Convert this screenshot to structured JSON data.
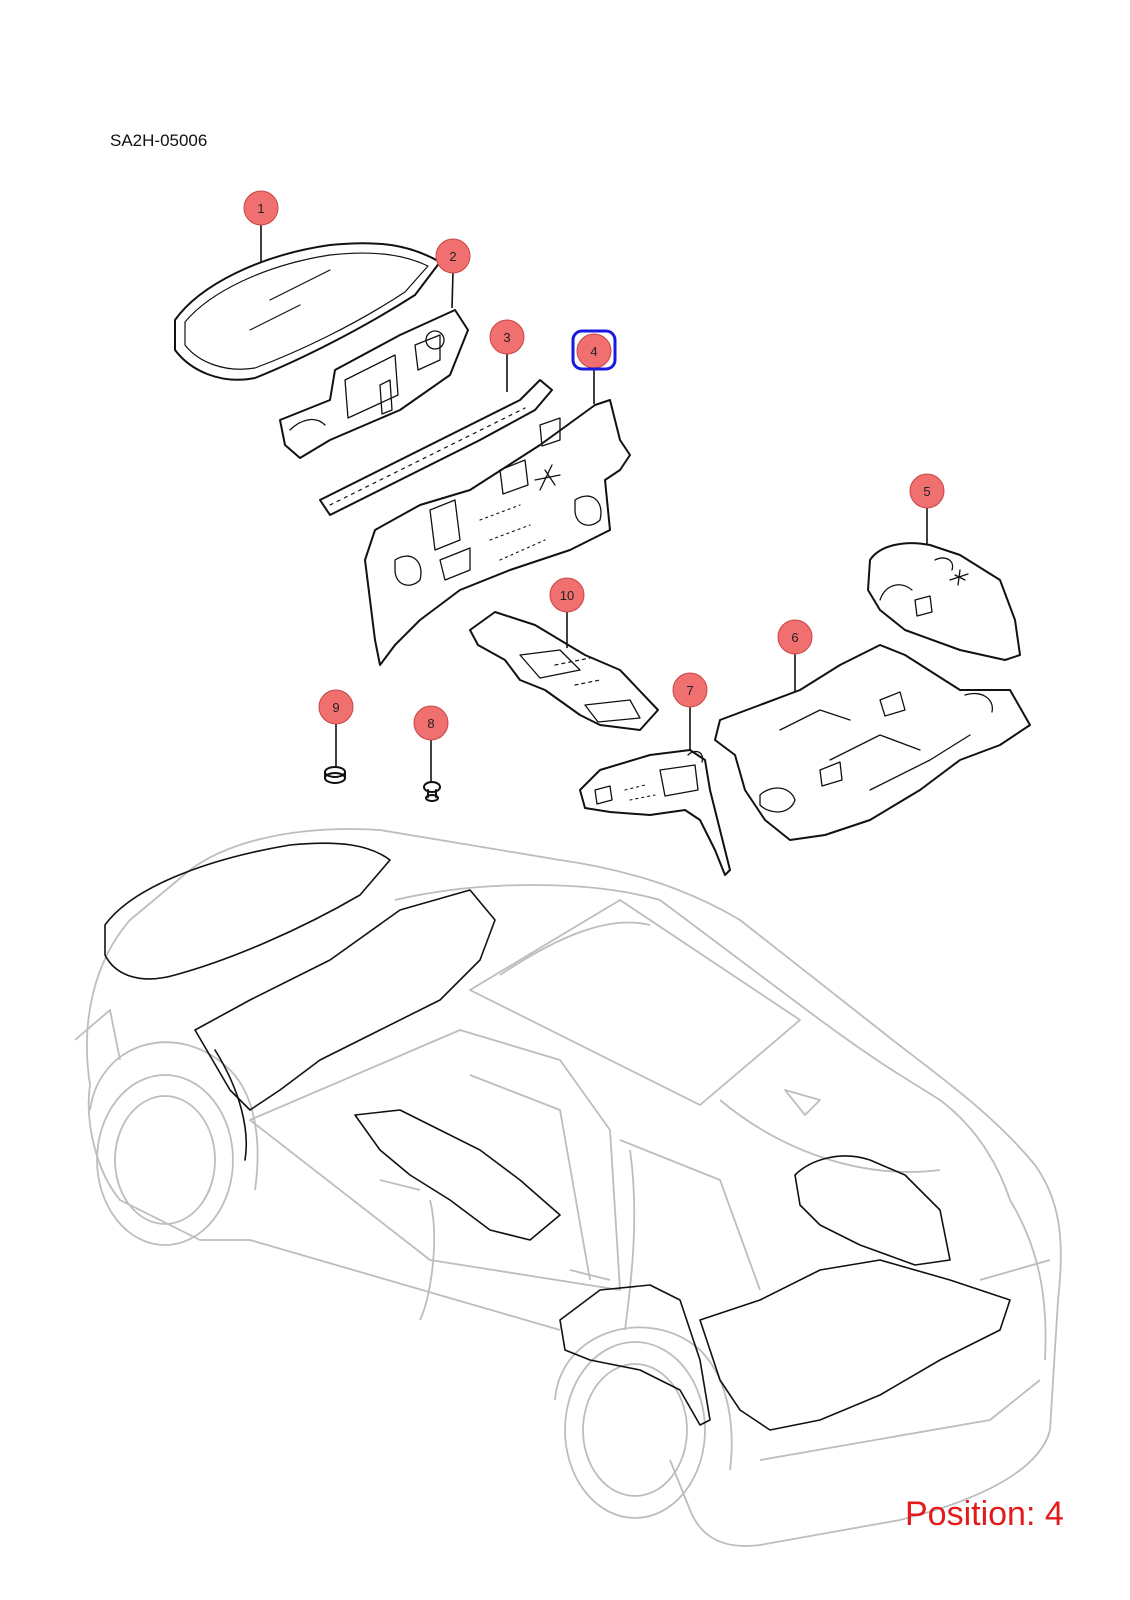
{
  "diagram_code": "SA2H-05006",
  "position_label": "Position: 4",
  "selected_callout": "4",
  "colors": {
    "callout_fill": "#f07070",
    "callout_stroke": "#c84545",
    "selected_stroke": "#1a1adc",
    "position_text": "#e31b1b",
    "part_stroke": "#111111",
    "car_outline": "#bdbdbd"
  },
  "callouts": [
    {
      "id": "1",
      "label": "1"
    },
    {
      "id": "2",
      "label": "2"
    },
    {
      "id": "3",
      "label": "3"
    },
    {
      "id": "4",
      "label": "4"
    },
    {
      "id": "5",
      "label": "5"
    },
    {
      "id": "6",
      "label": "6"
    },
    {
      "id": "7",
      "label": "7"
    },
    {
      "id": "8",
      "label": "8"
    },
    {
      "id": "9",
      "label": "9"
    },
    {
      "id": "10",
      "label": "10"
    }
  ]
}
